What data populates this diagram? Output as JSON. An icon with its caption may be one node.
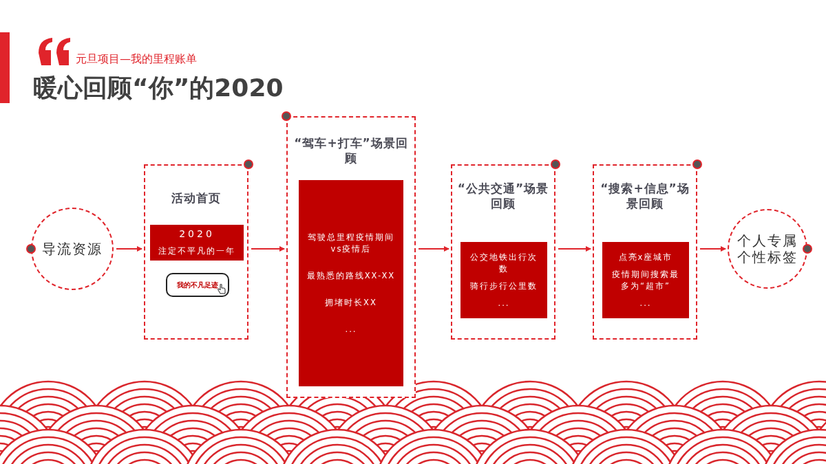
{
  "diagram": {
    "title": "暖心回顾“你”的2020",
    "nodes": [
      {
        "text": [
          "导流资源"
        ]
      },
      {
        "text": [
          "活动首页"
        ]
      },
      {
        "text": [
          "2020",
          "注定不平凡的一年"
        ],
        "in": 1
      },
      {
        "text": [
          "我的不凡足迹"
        ],
        "in": 1
      },
      {
        "text": [
          "“驾车+打车”场景回顾"
        ]
      },
      {
        "text": [
          "驾驶总里程疫情期间vs疫情后",
          "最熟悉的路线XX-XX",
          "拥堵时长XX",
          "..."
        ],
        "in": 4
      },
      {
        "text": [
          "“公共交通”场景回顾"
        ]
      },
      {
        "text": [
          "公交地铁出行次数",
          "骑行步行公里数",
          "..."
        ],
        "in": 6
      },
      {
        "text": [
          "“搜索+信息”场景回顾"
        ]
      },
      {
        "text": [
          "点亮x座城市",
          "疫情期间搜索最多为“超市”",
          "..."
        ],
        "in": 8
      },
      {
        "text": [
          "个人专属个性标签"
        ]
      }
    ],
    "edges": [
      {
        "from": 0,
        "to": 1,
        "arrow": "to"
      },
      {
        "from": 1,
        "to": 4,
        "arrow": "to"
      },
      {
        "from": 4,
        "to": 6,
        "arrow": "to"
      },
      {
        "from": 6,
        "to": 8,
        "arrow": "to"
      },
      {
        "from": 8,
        "to": 10,
        "arrow": "to"
      }
    ],
    "labels": [
      "元旦项目—我的里程账单"
    ]
  }
}
